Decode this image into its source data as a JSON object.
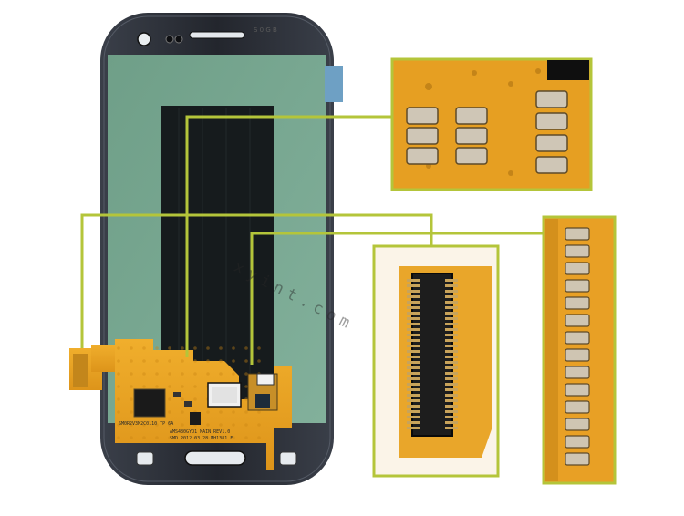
{
  "image": {
    "subject": "Samsung Galaxy S3 LCD digitizer assembly with flex PCB detail insets",
    "colors": {
      "frame": "#2b2f38",
      "panel": "#78a892",
      "active_area": "#151a1c",
      "flex": "#e9a21f",
      "leader_line": "#b4c53a",
      "inset_border": "#b4c53a"
    }
  },
  "watermark": "xyint.com",
  "pcb_markings": {
    "line1": "AMS480GYO1 MAIN REV1.0",
    "line2": "SMD  2012.03.28  MH1381 F",
    "line3": "SM0R2V3M2C0110 TP 6A"
  },
  "top_sticker": "S 0 G B",
  "insets": [
    {
      "name": "capacitor-closeup-inset"
    },
    {
      "name": "connector-closeup-inset"
    },
    {
      "name": "component-strip-inset"
    }
  ]
}
